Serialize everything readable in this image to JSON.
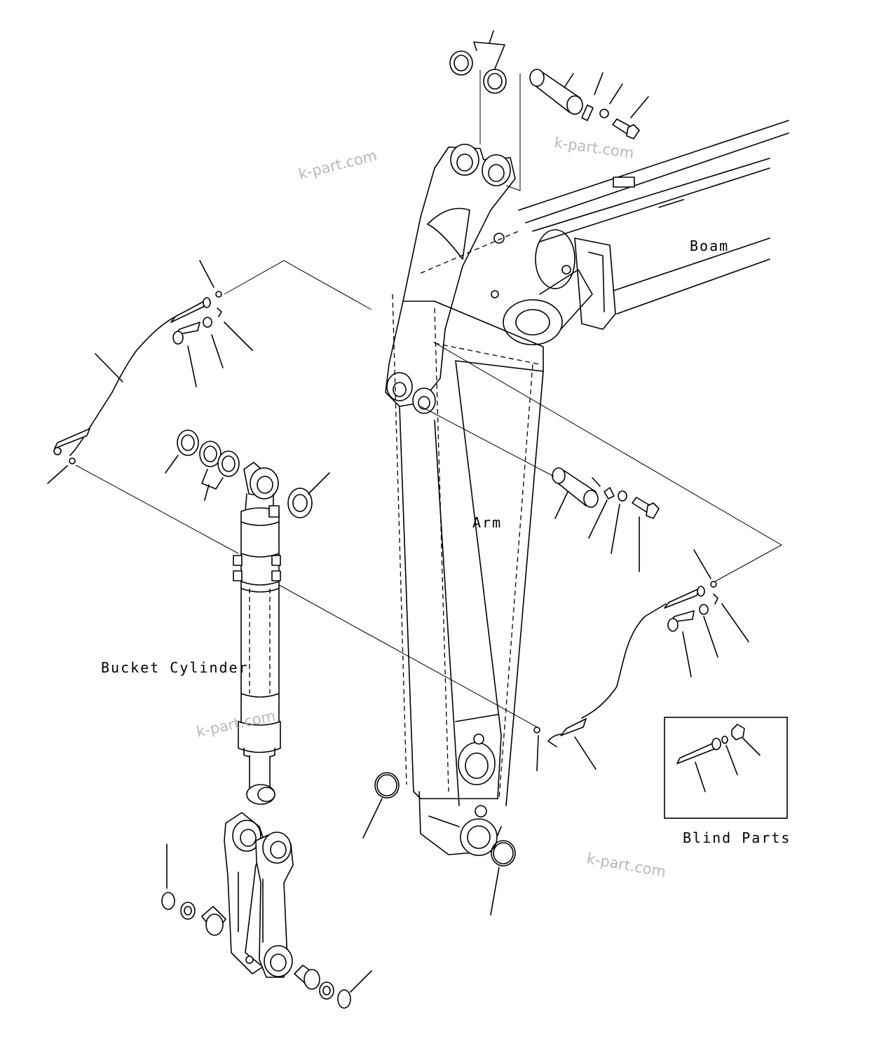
{
  "labels": {
    "boom": "Boam",
    "arm": "Arm",
    "bucket_cylinder": "Bucket Cylinder",
    "blind_parts": "Blind Parts"
  },
  "watermarks": [
    "k-part.com",
    "k-part.com",
    "k-part.com",
    "k-part.com"
  ],
  "colors": {
    "line": "#000000",
    "background": "#ffffff",
    "watermark": "#b8b8b8"
  }
}
